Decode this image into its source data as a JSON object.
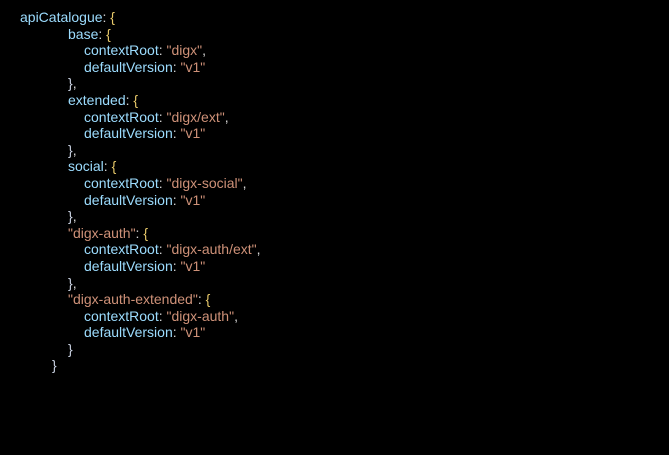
{
  "code": {
    "root_key": "apiCatalogue",
    "entries": [
      {
        "key": "base",
        "quoted": false,
        "contextRoot_label": "contextRoot",
        "contextRoot": "digx",
        "defaultVersion_label": "defaultVersion",
        "defaultVersion": "v1",
        "trailing_comma": true
      },
      {
        "key": "extended",
        "quoted": false,
        "contextRoot_label": "contextRoot",
        "contextRoot": "digx/ext",
        "defaultVersion_label": "defaultVersion",
        "defaultVersion": "v1",
        "trailing_comma": true
      },
      {
        "key": "social",
        "quoted": false,
        "contextRoot_label": "contextRoot",
        "contextRoot": "digx-social",
        "defaultVersion_label": "defaultVersion",
        "defaultVersion": "v1",
        "trailing_comma": true
      },
      {
        "key": "\"digx-auth\"",
        "quoted": true,
        "contextRoot_label": "contextRoot",
        "contextRoot": "digx-auth/ext",
        "defaultVersion_label": "defaultVersion",
        "defaultVersion": "v1",
        "trailing_comma": true
      },
      {
        "key": "\"digx-auth-extended\"",
        "quoted": true,
        "contextRoot_label": "contextRoot",
        "contextRoot": "digx-auth",
        "defaultVersion_label": "defaultVersion",
        "defaultVersion": "v1",
        "trailing_comma": false
      }
    ]
  },
  "colors": {
    "background": "#000000",
    "key": "#9cdcfe",
    "string": "#ce9178",
    "punctuation": "#d4d4d4",
    "brace": "#e8c96a"
  }
}
